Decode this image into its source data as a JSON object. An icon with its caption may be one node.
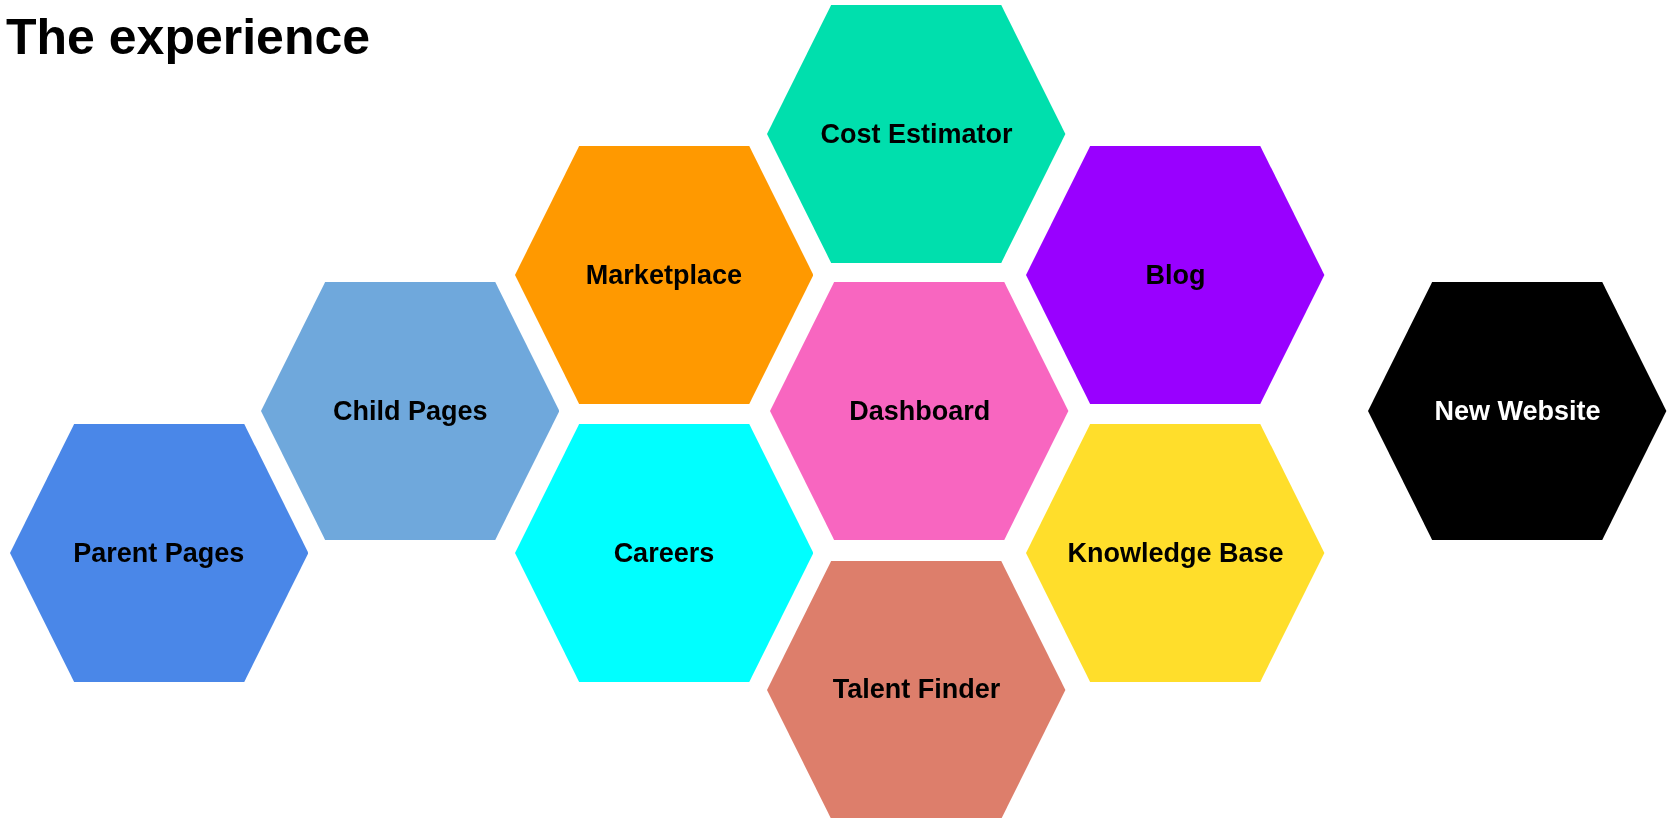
{
  "diagram": {
    "title": "The experience",
    "nodes": [
      {
        "text": [
          "Cost Estimator"
        ]
      },
      {
        "text": [
          "Marketplace"
        ]
      },
      {
        "text": [
          "Blog"
        ]
      },
      {
        "text": [
          "Child Pages"
        ]
      },
      {
        "text": [
          "Dashboard"
        ]
      },
      {
        "text": [
          "New Website"
        ]
      },
      {
        "text": [
          "Parent Pages"
        ]
      },
      {
        "text": [
          "Careers"
        ]
      },
      {
        "text": [
          "Knowledge Base"
        ]
      },
      {
        "text": [
          "Talent Finder"
        ]
      }
    ]
  }
}
